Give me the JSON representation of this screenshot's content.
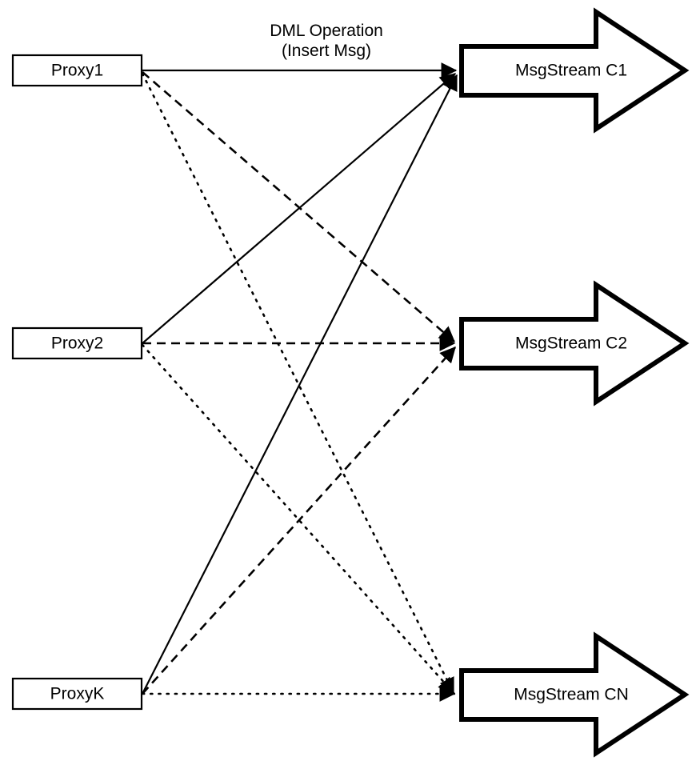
{
  "diagram": {
    "title": "Proxy to MsgStream fan-out diagram",
    "background_color": "#ffffff",
    "stroke_color": "#000000",
    "edge_caption": {
      "line1": "DML Operation",
      "line2": "(Insert Msg)"
    },
    "proxies": [
      {
        "id": "proxy1",
        "label": "Proxy1"
      },
      {
        "id": "proxy2",
        "label": "Proxy2"
      },
      {
        "id": "proxyk",
        "label": "ProxyK"
      }
    ],
    "streams": [
      {
        "id": "c1",
        "label": "MsgStream C1"
      },
      {
        "id": "c2",
        "label": "MsgStream C2"
      },
      {
        "id": "cn",
        "label": "MsgStream CN"
      }
    ],
    "edges": [
      {
        "from": "Proxy1",
        "to": "MsgStream C1",
        "style": "solid"
      },
      {
        "from": "Proxy1",
        "to": "MsgStream C2",
        "style": "dashed"
      },
      {
        "from": "Proxy1",
        "to": "MsgStream CN",
        "style": "dotted"
      },
      {
        "from": "Proxy2",
        "to": "MsgStream C1",
        "style": "solid"
      },
      {
        "from": "Proxy2",
        "to": "MsgStream C2",
        "style": "dashed"
      },
      {
        "from": "Proxy2",
        "to": "MsgStream CN",
        "style": "dotted"
      },
      {
        "from": "ProxyK",
        "to": "MsgStream C1",
        "style": "solid"
      },
      {
        "from": "ProxyK",
        "to": "MsgStream C2",
        "style": "dashed"
      },
      {
        "from": "ProxyK",
        "to": "MsgStream CN",
        "style": "dotted"
      }
    ]
  }
}
